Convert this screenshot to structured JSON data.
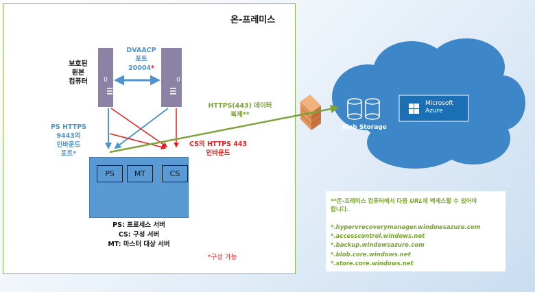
{
  "onprem": {
    "title": "온-프레미스"
  },
  "protected_computer": {
    "line1": "보호된",
    "line2": "원본",
    "line3": "컴퓨터"
  },
  "dvaacp": {
    "line1": "DVAACP",
    "line2": "포트",
    "line3_num": "20004",
    "line3_mark": "*"
  },
  "ps_https": {
    "line1": "PS HTTPS",
    "line2": "9443의",
    "line3": "인바운드",
    "line4": "포트*"
  },
  "cs_https": {
    "line1": "CS의 HTTPS 443",
    "line2": "인바운드"
  },
  "https_replication": {
    "line1": "HTTPS(443) 데이터",
    "line2": "복제**"
  },
  "server_box": {
    "ps": "PS",
    "mt": "MT",
    "cs": "CS"
  },
  "legend": {
    "ps": {
      "key": "PS:",
      "text": " 프로세스 서버"
    },
    "cs": {
      "key": "CS:",
      "text": " 구성 서버"
    },
    "mt": {
      "key": "MT:",
      "text": " 마스터 대상 서버"
    }
  },
  "configurable": "*구성 가능",
  "cloud": {
    "blob_storage": "Blob Storage",
    "azure_line1": "Microsoft",
    "azure_line2": "Azure"
  },
  "server_glyph": "0",
  "note": {
    "line1_pre": "**온-프레미스 컴퓨터에서 다음 ",
    "line1_url": "URL",
    "line1_post": "에 액세스할 수 있어야",
    "line2": "합니다.",
    "urls": [
      "*.hypervrecoverymanager.windowsazure.com",
      "*.accesscontrol.windows.net",
      "*.backup.windowsazure.com",
      "*.blob.core.windows.net",
      "*.store.core.windows.net"
    ]
  },
  "colors": {
    "onprem_border": "#7fba3e",
    "server_fill": "#8c82a6",
    "server_box": "#5a9ad4",
    "blue_arrow": "#4f93cf",
    "red_arrow": "#e81c1c",
    "green_arrow": "#7ea23a",
    "cloud_fill": "#3d86c8",
    "azure_box": "#1a6fb5",
    "note_green": "#76a62c",
    "firewall": "#e0955a"
  }
}
